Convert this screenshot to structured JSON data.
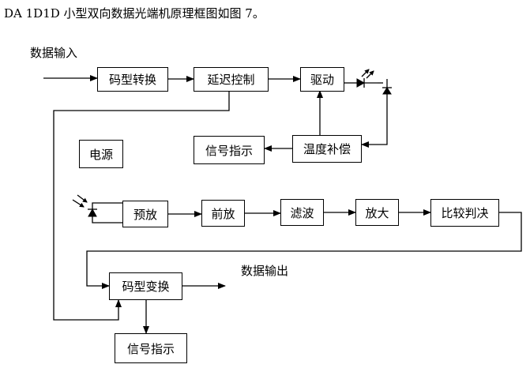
{
  "caption": "DA 1D1D 小型双向数据光端机原理框图如图 7。",
  "labels": {
    "data_input": "数据输入",
    "data_output": "数据输出"
  },
  "transmit_chain": {
    "code_convert": "码型转换",
    "delay_control": "延迟控制",
    "drive": "驱动",
    "temp_comp": "温度补偿",
    "signal_indicator": "信号指示"
  },
  "power": "电源",
  "receive_chain": {
    "preamp": "预放",
    "front_amp": "前放",
    "filter": "滤波",
    "amplify": "放大",
    "compare_decide": "比较判决",
    "code_transform": "码型变换",
    "signal_indicator": "信号指示"
  },
  "icons": {
    "emitter": "led-icon",
    "monitor": "monitor-photodiode-icon",
    "receiver": "photodiode-icon"
  }
}
